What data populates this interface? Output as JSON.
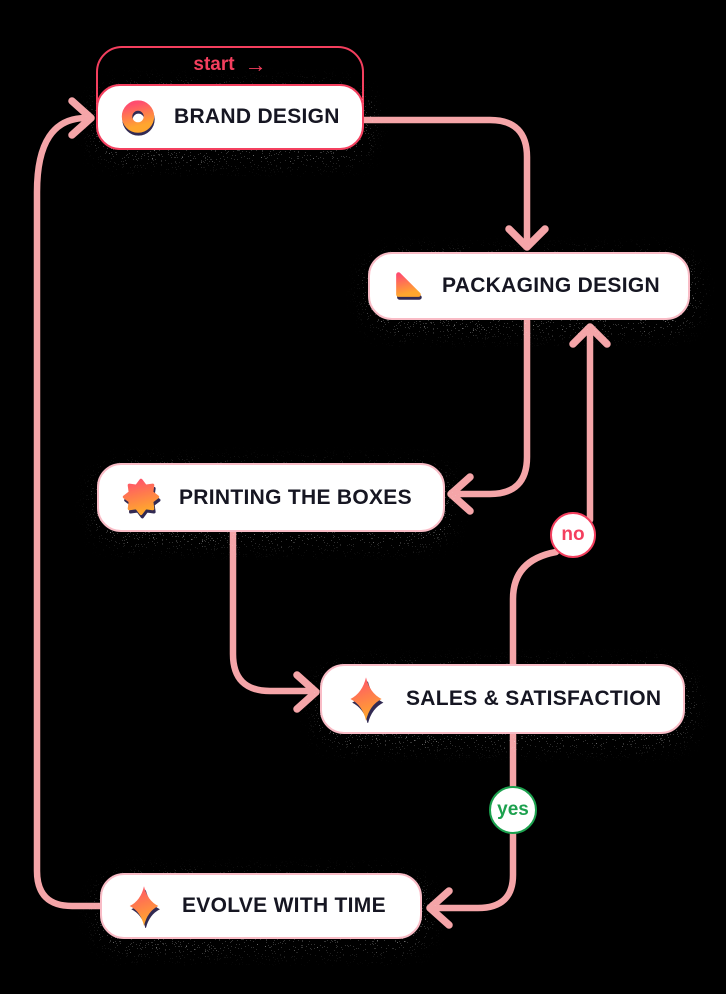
{
  "title": "packaging design workflow flowchart",
  "colors": {
    "background": "#000000",
    "connector": "#F5A5A8",
    "accent_crimson": "#F43F5E",
    "node_border_pink": "#F9BCC6",
    "node_background": "#FFFFFF",
    "label_text": "#121420",
    "yes_green": "#1CA14E",
    "icon_gradient_top": "#FF4E6E",
    "icon_gradient_bottom": "#FFA62E",
    "icon_shadow": "#332C52"
  },
  "start": {
    "label": "start",
    "arrow_glyph": "→"
  },
  "nodes": [
    {
      "id": "brand-design",
      "label": "BRAND DESIGN",
      "icon": "donut-icon"
    },
    {
      "id": "packaging-design",
      "label": "PACKAGING DESIGN",
      "icon": "rounded-triangle-icon"
    },
    {
      "id": "printing-the-boxes",
      "label": "PRINTING THE BOXES",
      "icon": "starburst-icon"
    },
    {
      "id": "sales-satisfaction",
      "label": "SALES & SATISFACTION",
      "icon": "sparkle-icon"
    },
    {
      "id": "evolve-with-time",
      "label": "EVOLVE WITH TIME",
      "icon": "sparkle-icon"
    }
  ],
  "decisions": [
    {
      "id": "no",
      "label": "no"
    },
    {
      "id": "yes",
      "label": "yes"
    }
  ],
  "edges": [
    "start → brand-design",
    "brand-design → packaging-design",
    "packaging-design → printing-the-boxes",
    "printing-the-boxes → sales-satisfaction",
    "sales-satisfaction → no → packaging-design",
    "sales-satisfaction → yes → evolve-with-time",
    "evolve-with-time → brand-design"
  ]
}
